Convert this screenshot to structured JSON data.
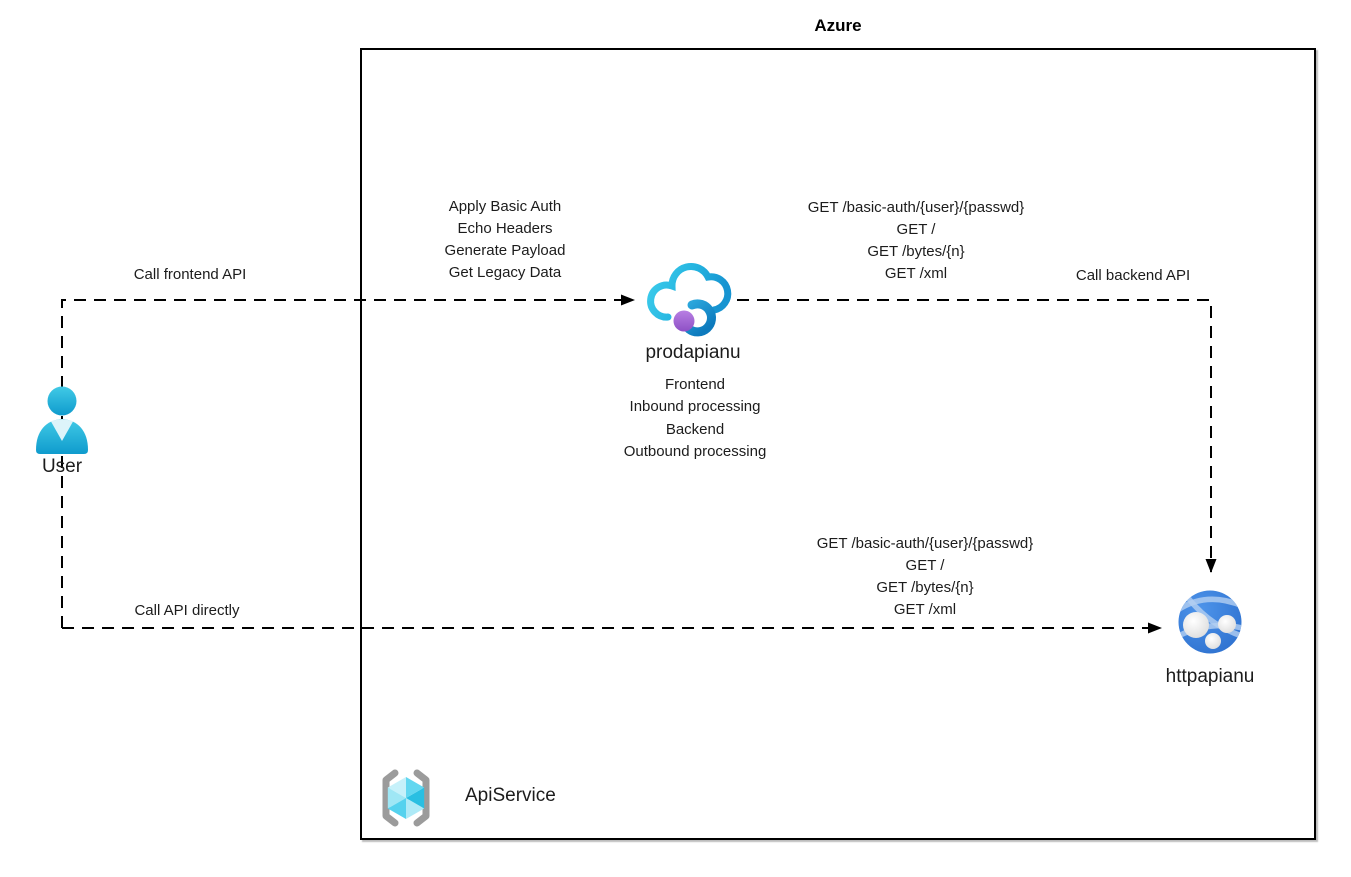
{
  "title": "Azure",
  "nodes": {
    "user": {
      "label": "User"
    },
    "api_management": {
      "label": "prodapianu",
      "sublines": [
        "Frontend",
        "Inbound processing",
        "Backend",
        "Outbound processing"
      ]
    },
    "backend_app": {
      "label": "httpapianu"
    },
    "api_service": {
      "label": "ApiService"
    }
  },
  "edges": {
    "frontend_call": {
      "label": "Call frontend API",
      "operations": [
        "Apply Basic Auth",
        "Echo Headers",
        "Generate Payload",
        "Get Legacy Data"
      ]
    },
    "backend_call": {
      "label": "Call backend API",
      "requests": [
        "GET /basic-auth/{user}/{passwd}",
        "GET /",
        "GET /bytes/{n}",
        "GET /xml"
      ]
    },
    "direct_call": {
      "label": "Call API directly",
      "requests": [
        "GET /basic-auth/{user}/{passwd}",
        "GET /",
        "GET /bytes/{n}",
        "GET /xml"
      ]
    }
  },
  "colors": {
    "line": "#000000",
    "boundary_border": "#000000",
    "user_cyan": "#2BB6DC",
    "apim_cloud_cyan": "#33C4E8",
    "apim_cloud_blue": "#1794D1",
    "apim_ball_purple": "#9C64CE",
    "webapp_blue": "#2E76D6",
    "webapp_arc": "#AFCDF0",
    "bracket_gray": "#9B9B9B",
    "cube_cyan": "#4FD0EC"
  }
}
